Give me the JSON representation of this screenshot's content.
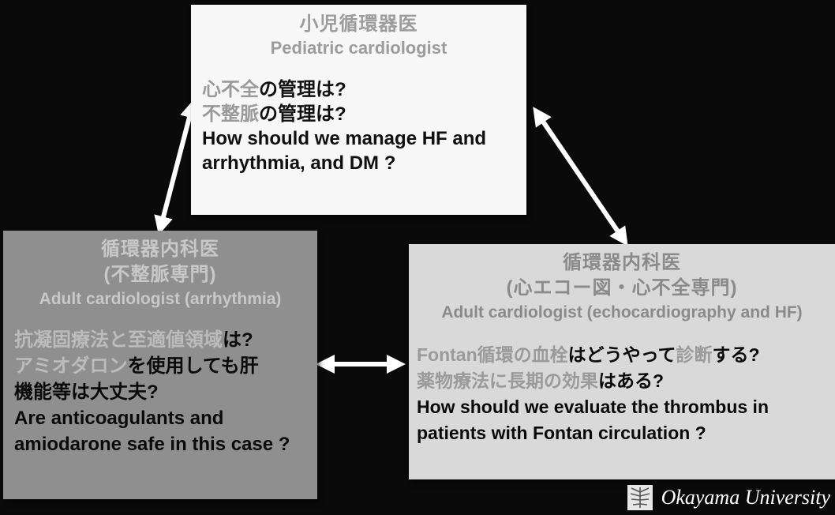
{
  "pediatric": {
    "title_ja": "小児循環器医",
    "title_en": "Pediatric cardiologist",
    "q1_gray": "心不全",
    "q1_rest": "の管理は?",
    "q2_gray": "不整脈",
    "q2_rest": "の管理は?",
    "en_line1": "How should we manage HF and",
    "en_line2": "arrhythmia, and DM ?"
  },
  "arrhythmia": {
    "title_ja": "循環器内科医",
    "title_sub": "(不整脈専門)",
    "title_en": "Adult cardiologist (arrhythmia)",
    "q1_gray": "抗凝固療法と至適値領域",
    "q1_rest": "は?",
    "q2_gray": "アミオダロン",
    "q2_rest": "を使用しても肝",
    "q3": "機能等は大丈夫?",
    "en_line1": "Are anticoagulants and",
    "en_line2": "amiodarone safe in this case ?"
  },
  "echo": {
    "title_ja": "循環器内科医",
    "title_sub": "(心エコー図・心不全専門)",
    "title_en": "Adult cardiologist (echocardiography and HF)",
    "q1_gray1": "Fontan循環の血栓",
    "q1_rest": "はどうやって",
    "q1_gray2": "診断",
    "q1_end": "する?",
    "q2_gray": "薬物療法に長期の効果",
    "q2_rest": "はある?",
    "en_line1": "How should we evaluate the thrombus in",
    "en_line2": "patients with Fontan circulation ?"
  },
  "footer": {
    "logo_text": "Okayama University",
    "logo_icon": "university-emblem-icon"
  },
  "colors": {
    "background": "#0a0a0a",
    "top_box": "#f7f7f7",
    "left_box": "#8f8f8f",
    "right_box": "#d9d9d9",
    "arrow": "#ffffff"
  }
}
